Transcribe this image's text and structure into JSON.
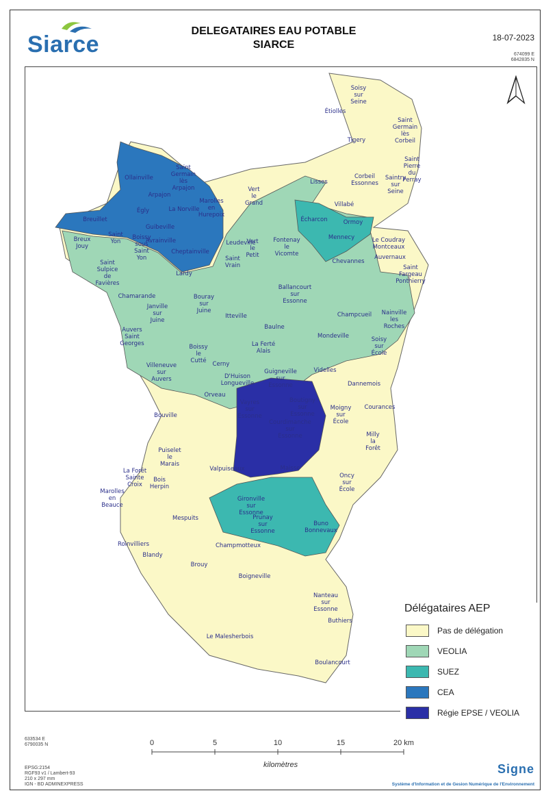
{
  "header": {
    "logo_text": "Siarce",
    "title_line1": "DELEGATAIRES EAU POTABLE",
    "title_line2": "SIARCE",
    "date": "18-07-2023",
    "coord_top_e": "674099 E",
    "coord_top_n": "6842835 N"
  },
  "legend": {
    "title": "Délégataires AEP",
    "items": [
      {
        "label": "Pas de délégation",
        "color": "#fbf8c7"
      },
      {
        "label": "VEOLIA",
        "color": "#9fd7b6"
      },
      {
        "label": "SUEZ",
        "color": "#3cb8b0"
      },
      {
        "label": "CEA",
        "color": "#2b77bd"
      },
      {
        "label": "Régie EPSE / VEOLIA",
        "color": "#2a2fa6"
      }
    ]
  },
  "communes": [
    {
      "name": [
        "Soisy",
        "sur",
        "Seine"
      ],
      "cat": 0
    },
    {
      "name": [
        "Étiolles"
      ],
      "cat": 0
    },
    {
      "name": [
        "Tigery"
      ],
      "cat": 0
    },
    {
      "name": [
        "Saint",
        "Germain",
        "lès",
        "Corbeil"
      ],
      "cat": 0
    },
    {
      "name": [
        "Corbeil",
        "Essonnes"
      ],
      "cat": 0
    },
    {
      "name": [
        "Saint",
        "Pierre",
        "du",
        "Perray"
      ],
      "cat": 0
    },
    {
      "name": [
        "Saintry",
        "sur",
        "Seine"
      ],
      "cat": 0
    },
    {
      "name": [
        "Lisses"
      ],
      "cat": 0
    },
    {
      "name": [
        "Villabé"
      ],
      "cat": 0
    },
    {
      "name": [
        "Saint",
        "Germain",
        "lès",
        "Arpajon"
      ],
      "cat": 3
    },
    {
      "name": [
        "Ollainville"
      ],
      "cat": 3
    },
    {
      "name": [
        "Arpajon"
      ],
      "cat": 3
    },
    {
      "name": [
        "Égly"
      ],
      "cat": 3
    },
    {
      "name": [
        "La Norville"
      ],
      "cat": 3
    },
    {
      "name": [
        "Breuillet"
      ],
      "cat": 3
    },
    {
      "name": [
        "Guibeville"
      ],
      "cat": 3
    },
    {
      "name": [
        "Marolles",
        "en",
        "Hurepoix"
      ],
      "cat": 3
    },
    {
      "name": [
        "Avrainville"
      ],
      "cat": 3
    },
    {
      "name": [
        "Cheptainville"
      ],
      "cat": 3
    },
    {
      "name": [
        "Vert",
        "le",
        "Grand"
      ],
      "cat": 1
    },
    {
      "name": [
        "Écharcon"
      ],
      "cat": 2
    },
    {
      "name": [
        "Ormoy"
      ],
      "cat": 2
    },
    {
      "name": [
        "Mennecy"
      ],
      "cat": 2
    },
    {
      "name": [
        "Le Coudray",
        "Montceaux"
      ],
      "cat": 0
    },
    {
      "name": [
        "Breux",
        "Jouy"
      ],
      "cat": 1
    },
    {
      "name": [
        "Saint",
        "Yon"
      ],
      "cat": 1
    },
    {
      "name": [
        "Boissy",
        "sous",
        "Saint",
        "Yon"
      ],
      "cat": 1
    },
    {
      "name": [
        "Leudeville"
      ],
      "cat": 1
    },
    {
      "name": [
        "Vert",
        "le",
        "Petit"
      ],
      "cat": 1
    },
    {
      "name": [
        "Fontenay",
        "le",
        "Vicomte"
      ],
      "cat": 1
    },
    {
      "name": [
        "Saint",
        "Sulpice",
        "de",
        "Favières"
      ],
      "cat": 1
    },
    {
      "name": [
        "Saint",
        "Vrain"
      ],
      "cat": 1
    },
    {
      "name": [
        "Lardy"
      ],
      "cat": 1
    },
    {
      "name": [
        "Chevannes"
      ],
      "cat": 1
    },
    {
      "name": [
        "Auvernaux"
      ],
      "cat": 1
    },
    {
      "name": [
        "Saint",
        "Fargeau",
        "Ponthierry"
      ],
      "cat": 0
    },
    {
      "name": [
        "Chamarande"
      ],
      "cat": 1
    },
    {
      "name": [
        "Ballancourt",
        "sur",
        "Essonne"
      ],
      "cat": 1
    },
    {
      "name": [
        "Bouray",
        "sur",
        "Juine"
      ],
      "cat": 1
    },
    {
      "name": [
        "Janville",
        "sur",
        "Juine"
      ],
      "cat": 1
    },
    {
      "name": [
        "Itteville"
      ],
      "cat": 1
    },
    {
      "name": [
        "Champcueil"
      ],
      "cat": 1
    },
    {
      "name": [
        "Nainville",
        "les",
        "Roches"
      ],
      "cat": 1
    },
    {
      "name": [
        "Baulne"
      ],
      "cat": 1
    },
    {
      "name": [
        "Auvers",
        "Saint",
        "Georges"
      ],
      "cat": 1
    },
    {
      "name": [
        "Cerny"
      ],
      "cat": 1
    },
    {
      "name": [
        "Mondeville"
      ],
      "cat": 1
    },
    {
      "name": [
        "Soisy",
        "sur",
        "École"
      ],
      "cat": 0
    },
    {
      "name": [
        "La Ferté",
        "Alais"
      ],
      "cat": 1
    },
    {
      "name": [
        "Villeneuve",
        "sur",
        "Auvers"
      ],
      "cat": 1
    },
    {
      "name": [
        "Boissy",
        "le",
        "Cutté"
      ],
      "cat": 0
    },
    {
      "name": [
        "D'Huison",
        "Longueville"
      ],
      "cat": 1
    },
    {
      "name": [
        "Guigneville",
        "sur",
        "Essonne"
      ],
      "cat": 1
    },
    {
      "name": [
        "Videlles"
      ],
      "cat": 0
    },
    {
      "name": [
        "Dannemois"
      ],
      "cat": 0
    },
    {
      "name": [
        "Orveau"
      ],
      "cat": 1
    },
    {
      "name": [
        "Vayres",
        "sur",
        "Essonne"
      ],
      "cat": 4
    },
    {
      "name": [
        "Boutigny",
        "sur",
        "Essonne"
      ],
      "cat": 4
    },
    {
      "name": [
        "Moigny",
        "sur",
        "École"
      ],
      "cat": 0
    },
    {
      "name": [
        "Courances"
      ],
      "cat": 0
    },
    {
      "name": [
        "Bouville"
      ],
      "cat": 0
    },
    {
      "name": [
        "Courdimanche",
        "sur",
        "Essonne"
      ],
      "cat": 4
    },
    {
      "name": [
        "Milly",
        "la",
        "Forêt"
      ],
      "cat": 0
    },
    {
      "name": [
        "Puiselet",
        "le",
        "Marais"
      ],
      "cat": 0
    },
    {
      "name": [
        "Maisse"
      ],
      "cat": 4
    },
    {
      "name": [
        "La Forêt",
        "Sainte",
        "Croix"
      ],
      "cat": 0
    },
    {
      "name": [
        "Valpuiseaux"
      ],
      "cat": 0
    },
    {
      "name": [
        "Oncy",
        "sur",
        "École"
      ],
      "cat": 0
    },
    {
      "name": [
        "Bois",
        "Herpin"
      ],
      "cat": 0
    },
    {
      "name": [
        "Marolles",
        "en",
        "Beauce"
      ],
      "cat": 0
    },
    {
      "name": [
        "Gironville",
        "sur",
        "Essonne"
      ],
      "cat": 2
    },
    {
      "name": [
        "Mespuits"
      ],
      "cat": 0
    },
    {
      "name": [
        "Prunay",
        "sur",
        "Essonne"
      ],
      "cat": 2
    },
    {
      "name": [
        "Buno",
        "Bonnevaux"
      ],
      "cat": 2
    },
    {
      "name": [
        "Roinvilliers"
      ],
      "cat": 0
    },
    {
      "name": [
        "Champmotteux"
      ],
      "cat": 0
    },
    {
      "name": [
        "Blandy"
      ],
      "cat": 0
    },
    {
      "name": [
        "Brouy"
      ],
      "cat": 0
    },
    {
      "name": [
        "Boigneville"
      ],
      "cat": 0
    },
    {
      "name": [
        "Nanteau",
        "sur",
        "Essonne"
      ],
      "cat": 0
    },
    {
      "name": [
        "Buthiers"
      ],
      "cat": 0
    },
    {
      "name": [
        "Le Malesherbois"
      ],
      "cat": 0
    },
    {
      "name": [
        "Boulancourt"
      ],
      "cat": 0
    }
  ],
  "scale": {
    "ticks": [
      "0",
      "5",
      "10",
      "15",
      "20 km"
    ],
    "unit": "kilomètres"
  },
  "coords_bottom": {
    "e": "633534 E",
    "n": "6790035 N"
  },
  "meta": {
    "epsg": "EPSG:2154",
    "proj": "RGF93 v1 / Lambert-93",
    "paper": "210 x 297 mm",
    "source": "IGN - BD ADMINEXPRESS"
  },
  "footer": {
    "brand": "Signe",
    "subtitle": "Système d'Information et de Gesion Numérique de l'Environnement"
  }
}
